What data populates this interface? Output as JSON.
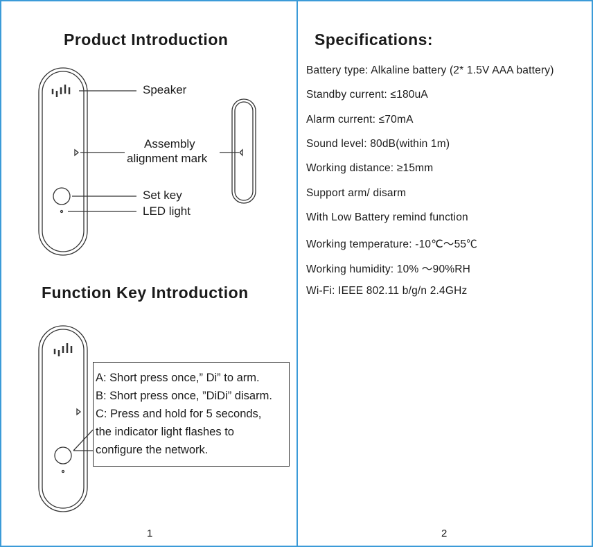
{
  "left_page": {
    "title": "Product Introduction",
    "labels": {
      "speaker": "Speaker",
      "assembly_1": "Assembly",
      "assembly_2": "alignment mark",
      "set_key": "Set key",
      "led": "LED light"
    },
    "function_title": "Function Key Introduction",
    "function_lines": [
      "A: Short press once,” Di” to arm.",
      "B: Short press once, ”DiDi” disarm.",
      "C: Press and hold for 5 seconds,",
      "the indicator light flashes to",
      "configure the network."
    ],
    "page_number": "1"
  },
  "right_page": {
    "title": "Specifications:",
    "specs": [
      "Battery type: Alkaline battery (2* 1.5V AAA battery)",
      "Standby current: ≤180uA",
      "Alarm current: ≤70mA",
      "Sound level: 80dB(within 1m)",
      "Working distance: ≥15mm",
      "Support arm/ disarm",
      "With Low Battery remind function",
      "Working temperature: -10℃〜55℃",
      "Working  humidity: 10% 〜90%RH",
      "Wi-Fi: IEEE 802.11 b/g/n 2.4GHz"
    ],
    "page_number": "2"
  },
  "colors": {
    "border": "#3b9bd8"
  }
}
